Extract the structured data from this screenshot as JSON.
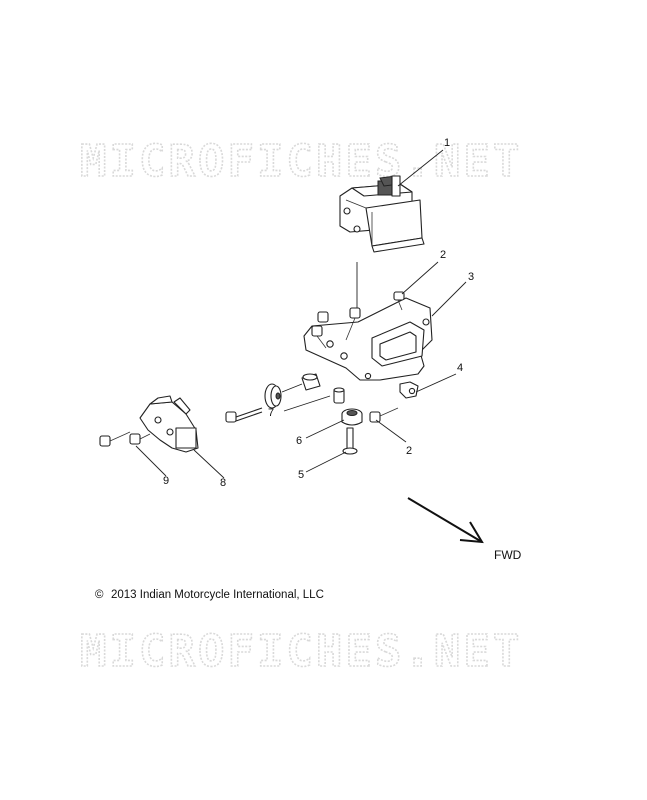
{
  "watermark": {
    "top": "MICROFICHES.NET",
    "bottom": "MICROFICHES.NET"
  },
  "callouts": {
    "c1": "1",
    "c2a": "2",
    "c3": "3",
    "c4": "4",
    "c2b": "2",
    "c7": "7",
    "c6": "6",
    "c5": "5",
    "c9": "9",
    "c8": "8"
  },
  "direction": {
    "label": "FWD"
  },
  "copyright": {
    "symbol": "©",
    "text": "2013 Indian Motorcycle International, LLC"
  }
}
